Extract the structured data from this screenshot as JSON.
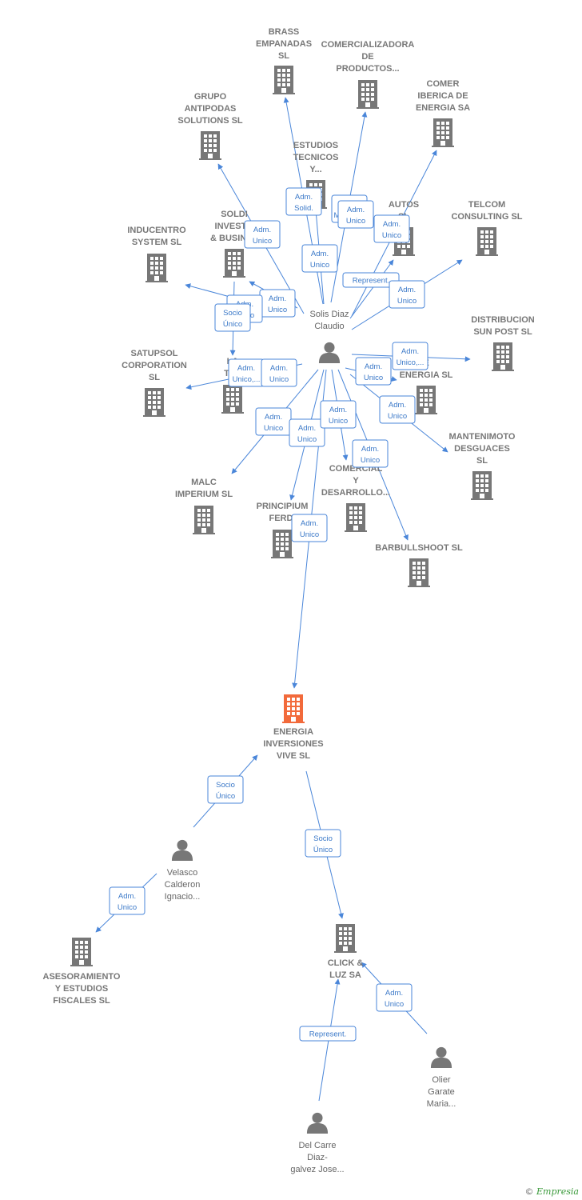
{
  "colors": {
    "edge": "#4a86d9",
    "building": "#777777",
    "main_building": "#f26a3b",
    "person": "#777777"
  },
  "center_person": [
    "Solis Diaz",
    "Claudio"
  ],
  "main_company": [
    "ENERGIA",
    "INVERSIONES",
    "VIVE  SL"
  ],
  "companies": [
    {
      "id": "brass",
      "lines": [
        "BRASS",
        "EMPANADAS",
        "SL"
      ]
    },
    {
      "id": "comercializadora",
      "lines": [
        "COMERCIALIZADORA",
        "DE",
        "PRODUCTOS..."
      ]
    },
    {
      "id": "comer-iberica",
      "lines": [
        "COMER",
        "IBERICA DE",
        "ENERGIA SA"
      ]
    },
    {
      "id": "grupo-antipodas",
      "lines": [
        "GRUPO",
        "ANTIPODAS",
        "SOLUTIONS SL"
      ]
    },
    {
      "id": "estudios-tecnicos",
      "lines": [
        "ESTUDIOS",
        "TECNICOS",
        "Y..."
      ]
    },
    {
      "id": "autos",
      "lines": [
        "AUTOS",
        "SL"
      ]
    },
    {
      "id": "telcom",
      "lines": [
        "TELCOM",
        "CONSULTING SL"
      ]
    },
    {
      "id": "inducentro",
      "lines": [
        "INDUCENTRO",
        "SYSTEM SL"
      ]
    },
    {
      "id": "soldi",
      "lines": [
        "SOLDI",
        "INVESTM",
        "& BUSINES"
      ]
    },
    {
      "id": "distribucion",
      "lines": [
        "DISTRIBUCION",
        "SUN POST  SL"
      ]
    },
    {
      "id": "satupsol",
      "lines": [
        "SATUPSOL",
        "CORPORATION",
        "SL"
      ]
    },
    {
      "id": "la-tah",
      "lines": [
        "LA",
        "TAH"
      ]
    },
    {
      "id": "energia-sl",
      "lines": [
        "E",
        "ENERGIA SL"
      ]
    },
    {
      "id": "mantenimoto",
      "lines": [
        "MANTENIMOTO",
        "DESGUACES",
        "SL"
      ]
    },
    {
      "id": "malc",
      "lines": [
        "MALC",
        "IMPERIUM  SL"
      ]
    },
    {
      "id": "principium",
      "lines": [
        "PRINCIPIUM",
        "FERDI"
      ]
    },
    {
      "id": "comercial",
      "lines": [
        "COMERCIAL",
        "Y",
        "DESARROLLO..."
      ]
    },
    {
      "id": "barbullshoot",
      "lines": [
        "BARBULLSHOOT SL"
      ]
    },
    {
      "id": "asesoramiento",
      "lines": [
        "ASESORAMIENTO",
        "Y ESTUDIOS",
        "FISCALES SL"
      ]
    },
    {
      "id": "click-luz",
      "lines": [
        "CLICK &",
        "LUZ SA"
      ]
    }
  ],
  "persons": [
    {
      "id": "velasco",
      "lines": [
        "Velasco",
        "Calderon",
        "Ignacio..."
      ]
    },
    {
      "id": "olier",
      "lines": [
        "Olier",
        "Garate",
        "Maria..."
      ]
    },
    {
      "id": "del-carre",
      "lines": [
        "Del Carre",
        "Diaz-",
        "galvez Jose..."
      ]
    }
  ],
  "badges": [
    {
      "id": "b-brass",
      "lines": [
        "Adm.",
        "Solid."
      ]
    },
    {
      "id": "b-comercializadora",
      "lines": [
        "Adm.",
        "Mancom."
      ]
    },
    {
      "id": "b-comercializadora2",
      "lines": [
        "Adm.",
        "Unico"
      ]
    },
    {
      "id": "b-comer",
      "lines": [
        "Adm.",
        "Unico"
      ]
    },
    {
      "id": "b-grupo",
      "lines": [
        "Adm.",
        "Unico"
      ]
    },
    {
      "id": "b-estudios",
      "lines": [
        "Adm.",
        "Unico"
      ]
    },
    {
      "id": "b-autos",
      "lines": [
        "Represent."
      ]
    },
    {
      "id": "b-telcom",
      "lines": [
        "Adm.",
        "Unico"
      ]
    },
    {
      "id": "b-inducentro",
      "lines": [
        "Adm.",
        "Unico"
      ]
    },
    {
      "id": "b-soldi",
      "lines": [
        "Adm.",
        "Unico"
      ]
    },
    {
      "id": "b-soldi2",
      "lines": [
        "Socio",
        "Único"
      ]
    },
    {
      "id": "b-distribucion",
      "lines": [
        "Adm.",
        "Unico,..."
      ]
    },
    {
      "id": "b-satupsol",
      "lines": [
        "Adm.",
        "Unico,..."
      ]
    },
    {
      "id": "b-latah",
      "lines": [
        "Adm.",
        "Unico"
      ]
    },
    {
      "id": "b-energia",
      "lines": [
        "Adm.",
        "Unico"
      ]
    },
    {
      "id": "b-mantenimoto",
      "lines": [
        "Adm.",
        "Unico"
      ]
    },
    {
      "id": "b-malc",
      "lines": [
        "Adm.",
        "Unico"
      ]
    },
    {
      "id": "b-principium",
      "lines": [
        "Adm.",
        "Unico"
      ]
    },
    {
      "id": "b-comercial",
      "lines": [
        "Adm.",
        "Unico"
      ]
    },
    {
      "id": "b-barbull",
      "lines": [
        "Adm.",
        "Unico"
      ]
    },
    {
      "id": "b-main",
      "lines": [
        "Adm.",
        "Unico"
      ]
    },
    {
      "id": "b-velasco-main",
      "lines": [
        "Socio",
        "Único"
      ]
    },
    {
      "id": "b-main-click",
      "lines": [
        "Socio",
        "Único"
      ]
    },
    {
      "id": "b-velasco-ases",
      "lines": [
        "Adm.",
        "Unico"
      ]
    },
    {
      "id": "b-olier",
      "lines": [
        "Adm.",
        "Unico"
      ]
    },
    {
      "id": "b-delcarre",
      "lines": [
        "Represent."
      ]
    }
  ],
  "footer": {
    "copyright": "©",
    "brand": "Empresia"
  }
}
